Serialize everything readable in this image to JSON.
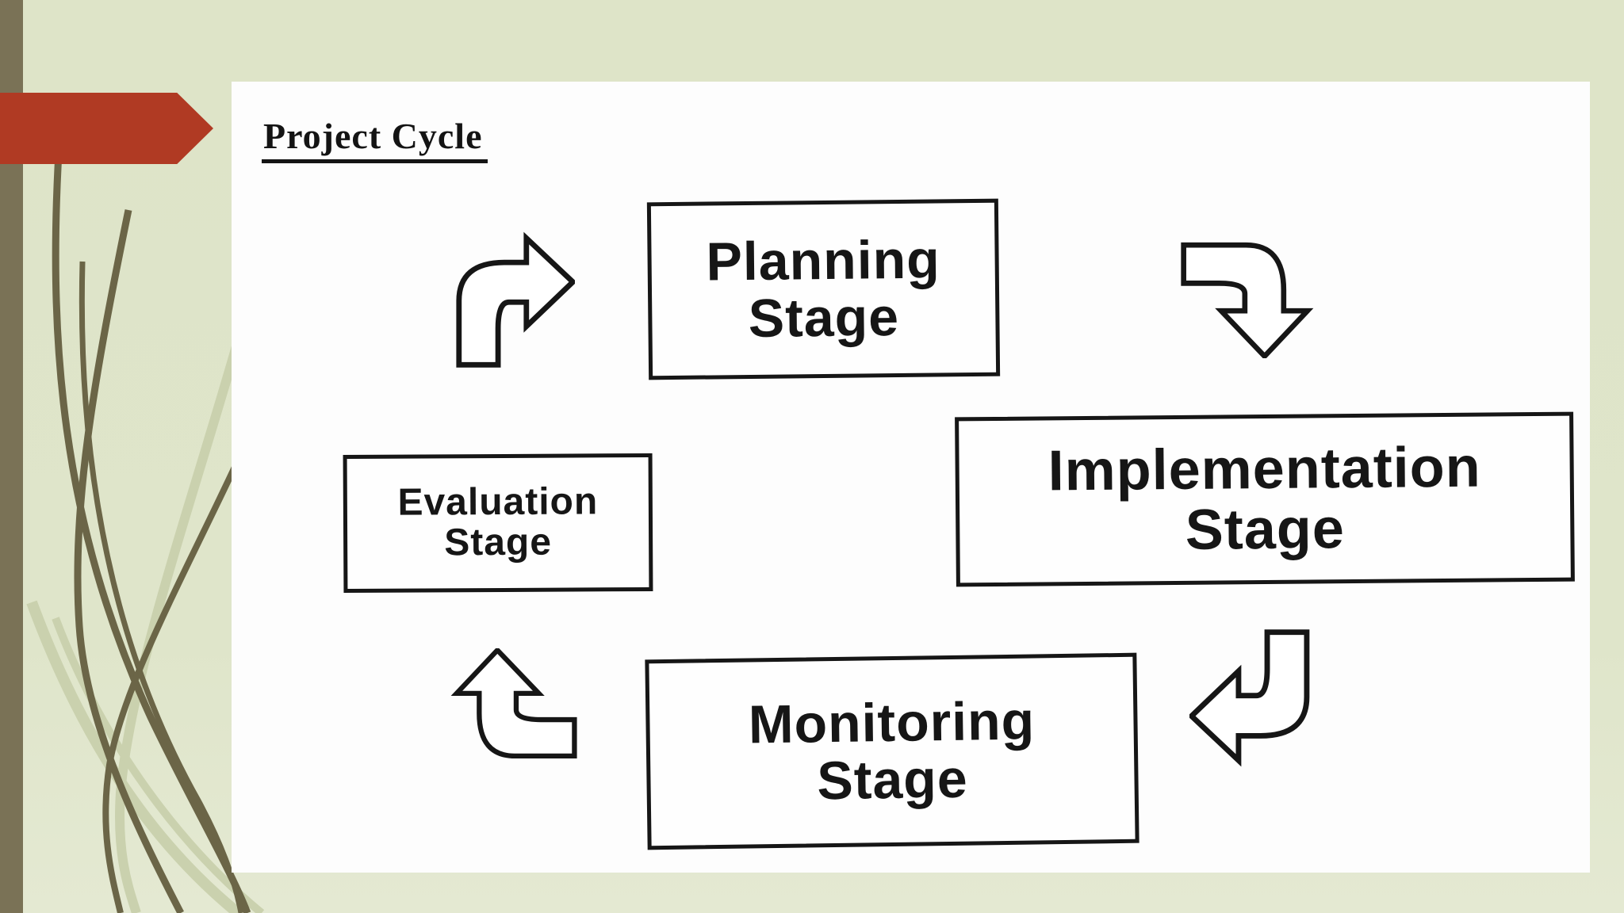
{
  "slide": {
    "colors": {
      "background": "#dfe5ca",
      "edge_bar": "#7a7256",
      "accent_arrow": "#b03a23",
      "scan_paper": "#fdfdfd",
      "ink": "#161616",
      "decoration_dark": "#6b6547",
      "decoration_light": "#cad1ae"
    }
  },
  "diagram": {
    "title": "Project Cycle",
    "type": "cycle",
    "stages": [
      {
        "name": "Planning Stage",
        "line1": "Planning",
        "line2": "Stage"
      },
      {
        "name": "Implementation Stage",
        "line1": "Implementation",
        "line2": "Stage"
      },
      {
        "name": "Monitoring Stage",
        "line1": "Monitoring",
        "line2": "Stage"
      },
      {
        "name": "Evaluation Stage",
        "line1": "Evaluation",
        "line2": "Stage"
      }
    ],
    "flow_order": [
      "Planning Stage",
      "Implementation Stage",
      "Monitoring Stage",
      "Evaluation Stage",
      "Planning Stage"
    ]
  }
}
